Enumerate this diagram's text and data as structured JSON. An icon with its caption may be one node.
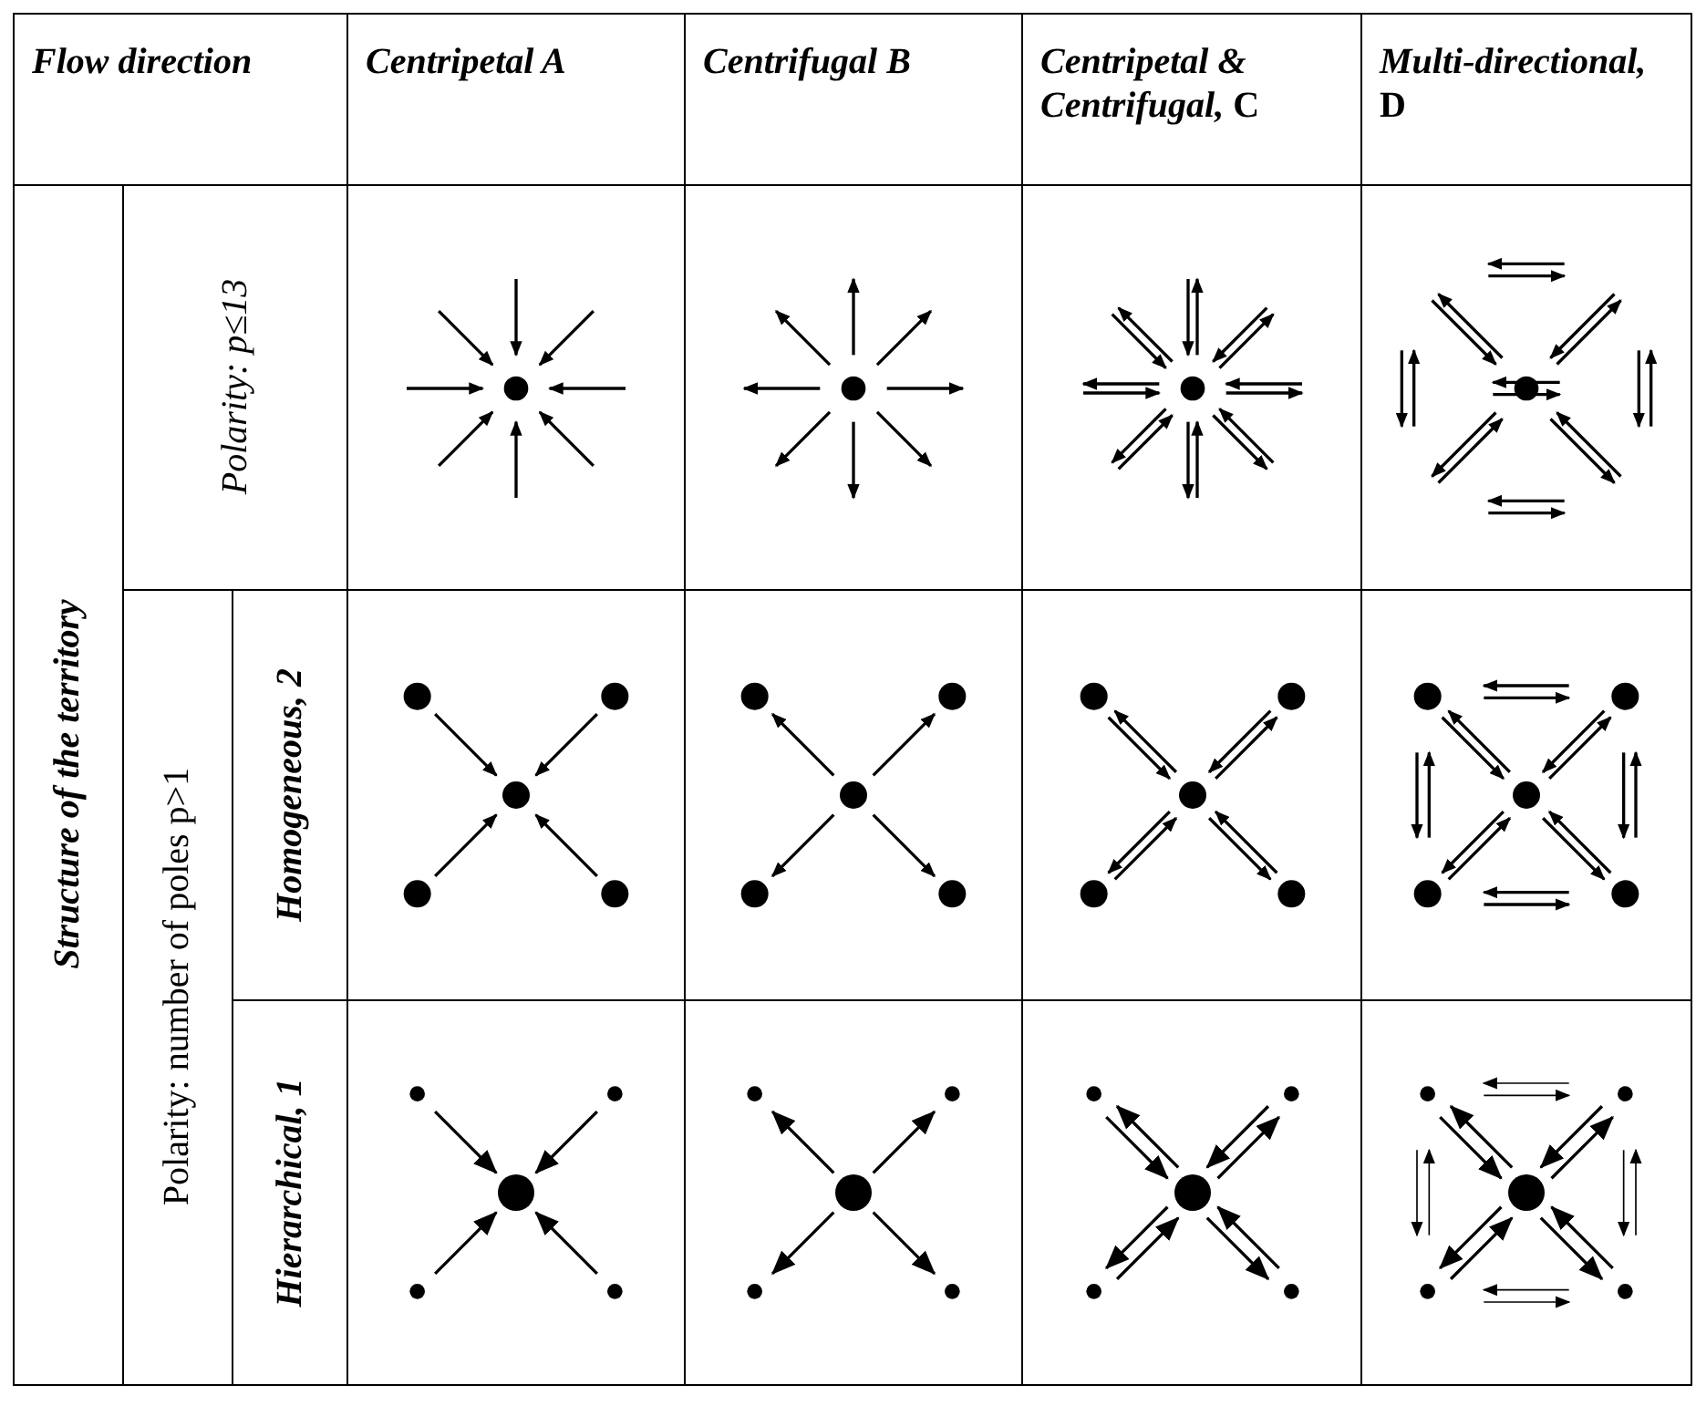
{
  "diagram": {
    "labels": [
      "Flow direction",
      "Centripetal A",
      "Centrifugal B",
      "*Centripetal & Centrifugal,* C",
      "*Multi-directional,* D",
      "Structure of the territory",
      "Polarity: p≤13",
      "Polarity: number of poles p>1",
      "Homogeneous, 2",
      "Hierarchical, 1"
    ]
  }
}
